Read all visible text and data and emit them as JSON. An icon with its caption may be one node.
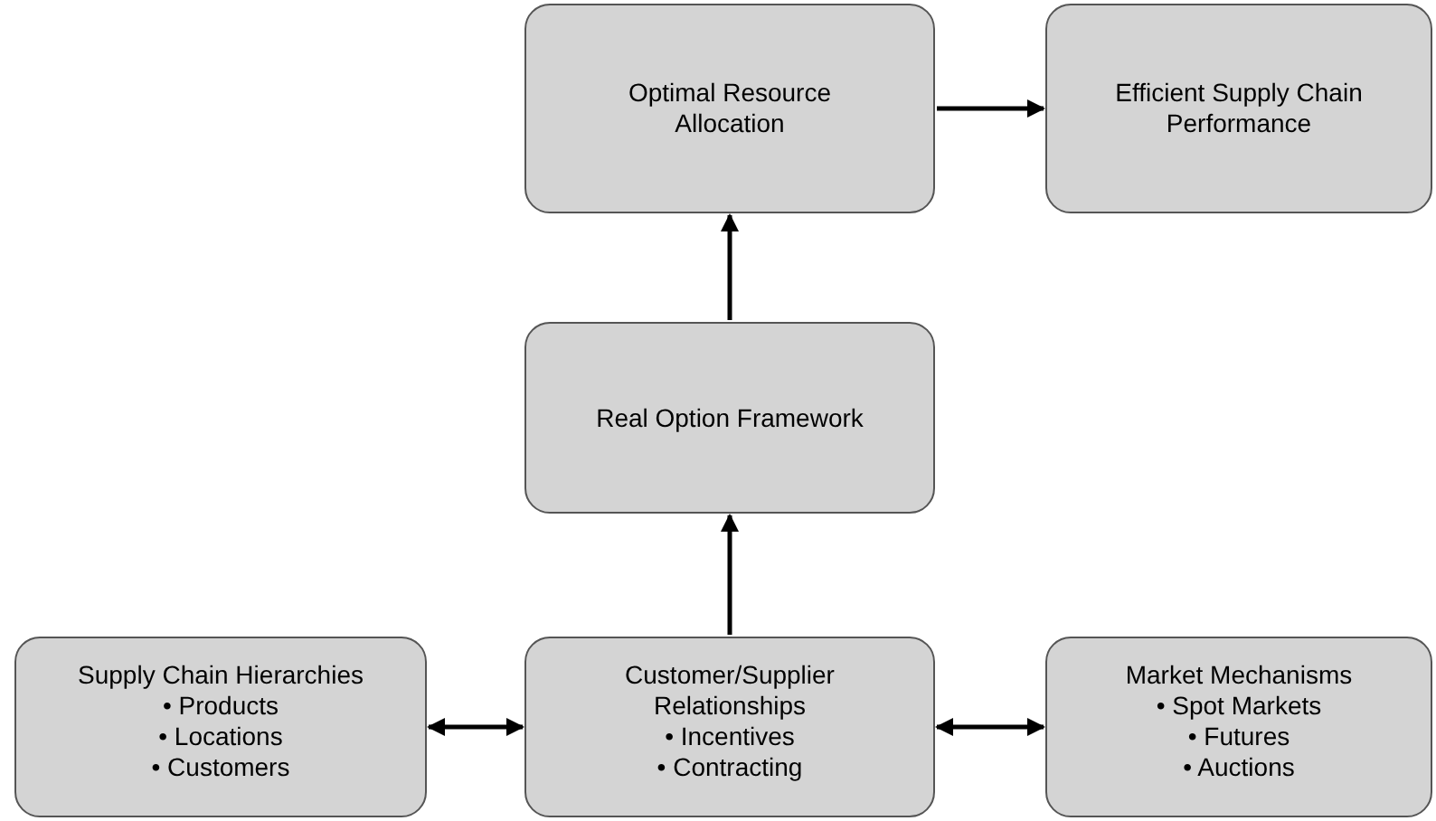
{
  "diagram": {
    "nodes": [
      {
        "text": [
          "Optimal Resource Allocation"
        ]
      },
      {
        "text": [
          "Efficient Supply Chain Performance"
        ]
      },
      {
        "text": [
          "Real Option Framework"
        ]
      },
      {
        "text": [
          "Supply Chain Hierarchies",
          "• Products",
          "• Locations",
          "• Customers"
        ]
      },
      {
        "text": [
          "Customer/Supplier Relationships",
          "• Incentives",
          "• Contracting"
        ]
      },
      {
        "text": [
          "Market Mechanisms",
          "• Spot Markets",
          "• Futures",
          "• Auctions"
        ]
      }
    ],
    "edges": [
      {
        "from": 0,
        "to": 1,
        "arrow": "to"
      },
      {
        "from": 2,
        "to": 0,
        "arrow": "to"
      },
      {
        "from": 4,
        "to": 2,
        "arrow": "to"
      },
      {
        "from": 3,
        "to": 4,
        "arrow": "both"
      },
      {
        "from": 4,
        "to": 5,
        "arrow": "both"
      }
    ]
  }
}
